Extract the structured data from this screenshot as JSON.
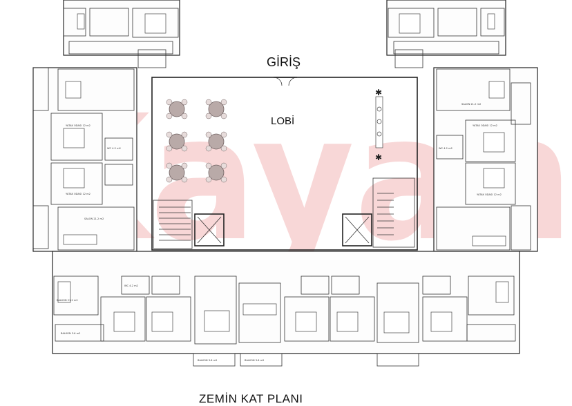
{
  "plan": {
    "entrance_label": "GİRİŞ",
    "lobby_label": "LOBİ",
    "title": "ZEMİN KAT PLANI",
    "watermark": "Kayan"
  },
  "room_labels": {
    "bedroom": "YATAK ODASI 12 m2",
    "balcony": "BALKON 21.2 m2",
    "balcony_small": "BALKON 3.6 m2",
    "wc": "WC 4.2 m2",
    "living": "SALON 21.2 m2"
  },
  "colors": {
    "watermark": "#f4b7b7",
    "walls": "#222222",
    "lobby_tables": "#b9aaa8"
  }
}
